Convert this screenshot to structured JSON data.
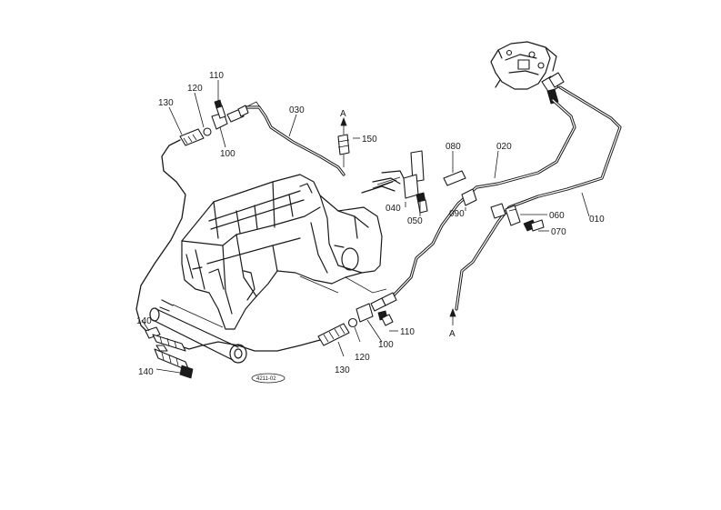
{
  "labels": {
    "p010": "010",
    "p020": "020",
    "p030": "030",
    "p040": "040",
    "p050": "050",
    "p060": "060",
    "p070": "070",
    "p080": "080",
    "p090": "090",
    "p100_top": "100",
    "p100_bot": "100",
    "p110_top": "110",
    "p110_bot": "110",
    "p120_top": "120",
    "p120_bot": "120",
    "p130_top": "130",
    "p130_bot": "130",
    "p140_top": "140",
    "p140_bot": "140",
    "p150": "150",
    "ref_a_top": "A",
    "ref_a_bot": "A"
  },
  "drawing_code": "4211-02"
}
